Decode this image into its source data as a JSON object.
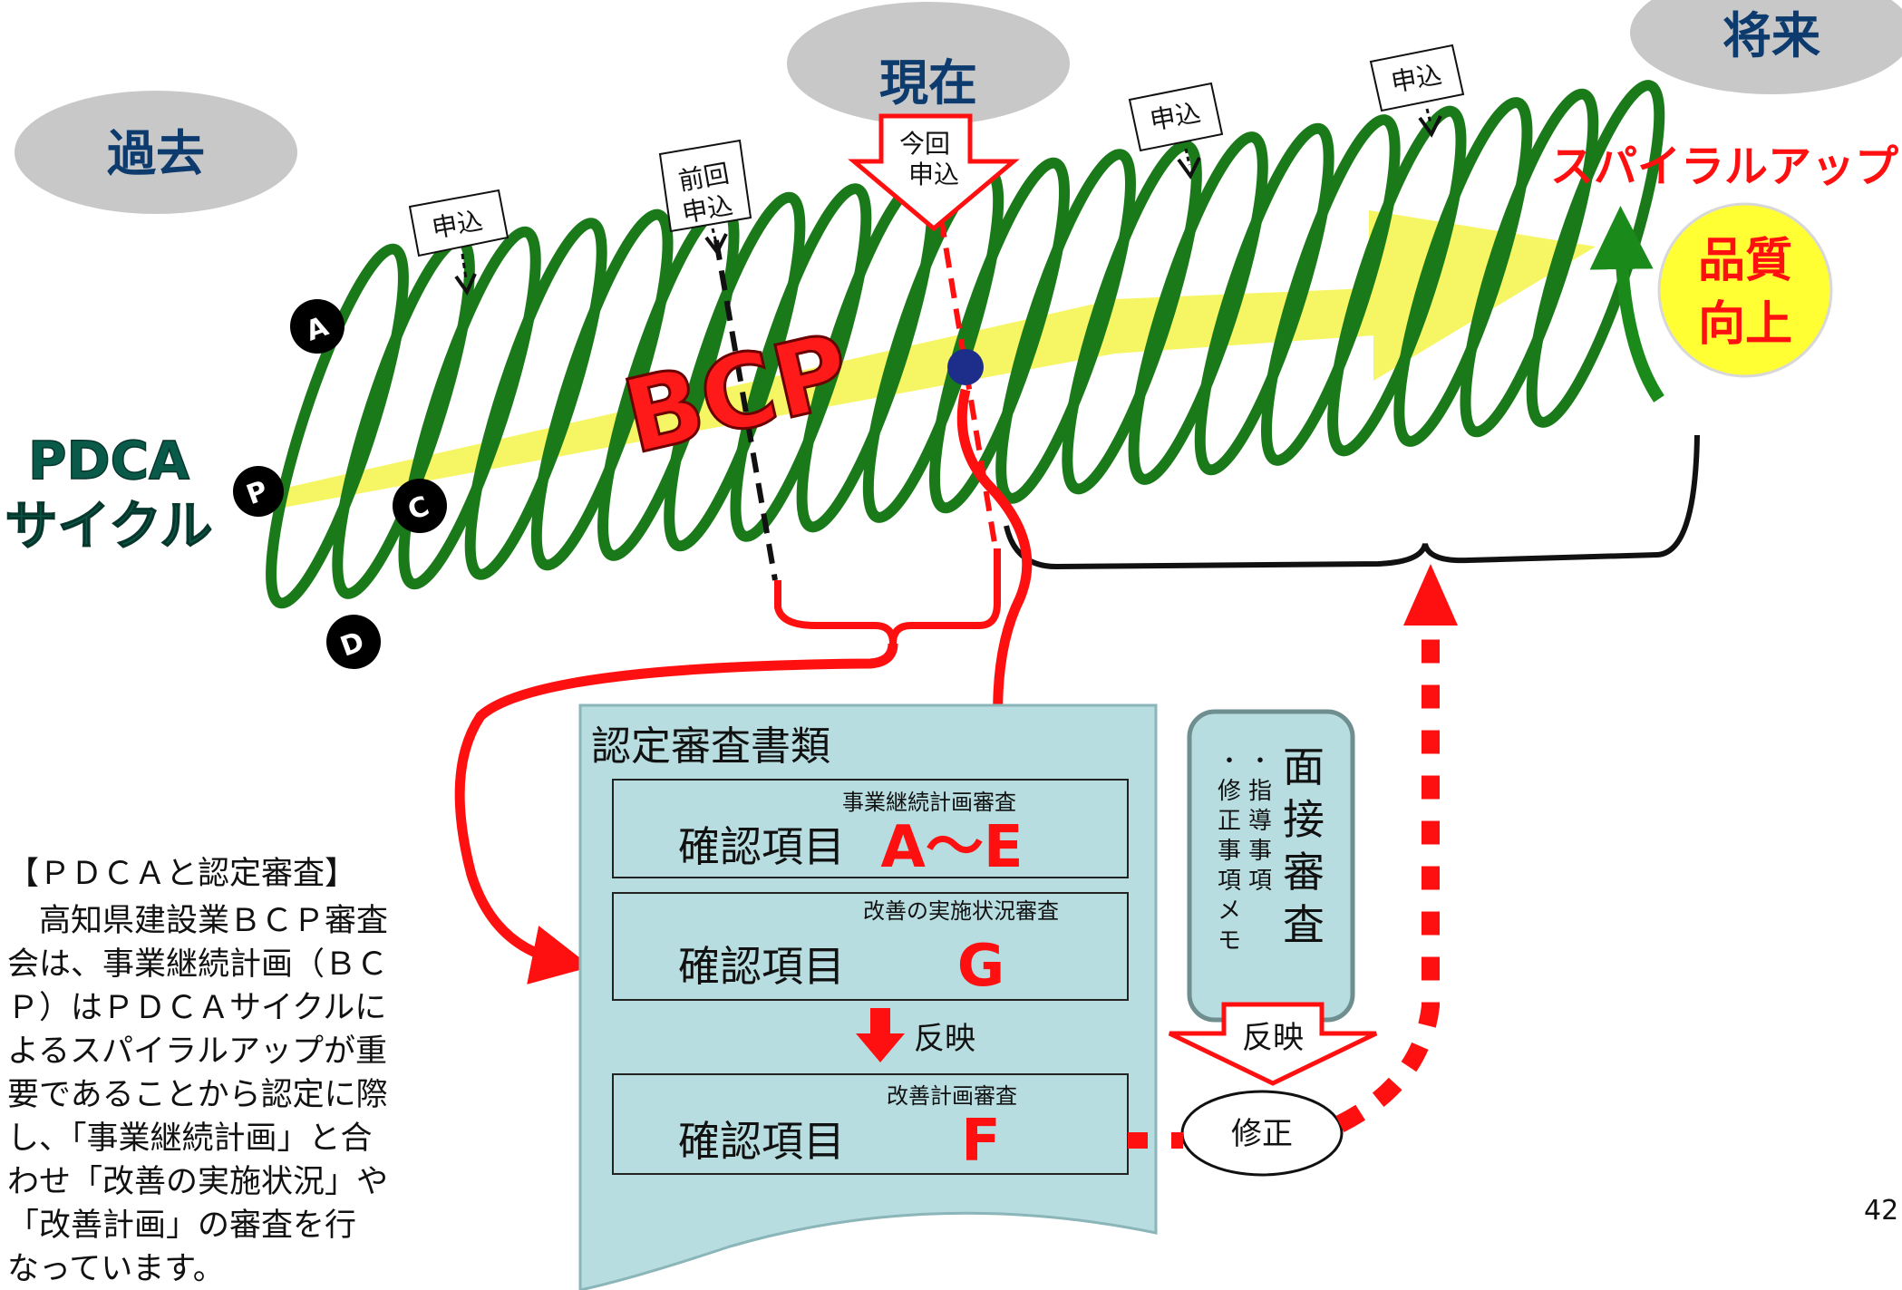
{
  "timeline": {
    "past": "過去",
    "present": "現在",
    "future": "将来"
  },
  "pdca": {
    "line1": "PDCA",
    "line2": "サイクル"
  },
  "letters": {
    "a": "A",
    "p": "P",
    "c": "C",
    "d": "D"
  },
  "applications": {
    "past1": "申込",
    "prev_line1": "前回",
    "prev_line2": "申込",
    "current_line1": "今回",
    "current_line2": "申込",
    "future1": "申込",
    "future2": "申込"
  },
  "bcp": "BCP",
  "spiral_up": "スパイラルアップ",
  "quality": {
    "line1": "品質",
    "line2": "向上"
  },
  "review": {
    "title": "認定審査書類",
    "item_label": "確認項目",
    "row1_sub": "事業継続計画審査",
    "row1_code": "A～E",
    "row2_sub": "改善の実施状況審査",
    "row2_code": "G",
    "reflect": "反映",
    "row3_sub": "改善計画審査",
    "row3_code": "F"
  },
  "interview": {
    "title": "面接審査",
    "note1": "・指導事項",
    "note2": "・修正事項メモ",
    "reflect": "反映"
  },
  "correction": "修正",
  "description": {
    "heading": "【ＰＤＣＡと認定審査】",
    "lines": [
      "　高知県建設業ＢＣＰ審査",
      "会は、事業継続計画（ＢＣ",
      "Ｐ）はＰＤＣＡサイクルに",
      "よるスパイラルアップが重",
      "要であることから認定に際",
      "し、「事業継続計画」と合",
      "わせ「改善の実施状況」や",
      "「改善計画」の審査を行",
      "なっています。"
    ]
  },
  "page_number": "42",
  "colors": {
    "spiral": "#1a7a1a",
    "accent_red": "#ff1010",
    "doc_fill": "#b8dde0",
    "arrow_yellow": "#f4f44a",
    "timeline_navy": "#0d3b6e"
  }
}
